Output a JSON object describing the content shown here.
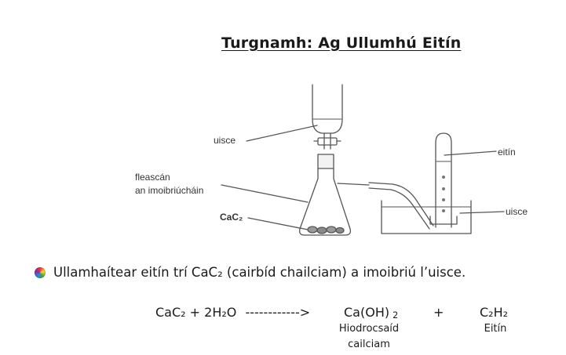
{
  "title": "Turgnamh: Ag Ullumhú Eitín",
  "labels": {
    "water_funnel": "uisce",
    "flask_line1": "fleascán",
    "flask_line2": "an imoibriúcháin",
    "cac2": "CaC₂",
    "ethyne": "eitín",
    "water_trough": "uisce"
  },
  "statement": "Ullamhaítear eitín trí CaC₂ (cairbíd chailciam) a imoibriú l’uisce.",
  "equation": {
    "reactants": "CaC₂ + 2H₂O",
    "arrow": "------------>",
    "product1": "Ca(OH)",
    "product1_sub": "2",
    "plus": "+",
    "product2": "C₂H₂",
    "product1_name_line1": "Hiodrocsaíd",
    "product1_name_line2": "cailciam",
    "product2_name": "Eitín"
  },
  "colors": {
    "line": "#555555",
    "text": "#1a1a1a"
  }
}
